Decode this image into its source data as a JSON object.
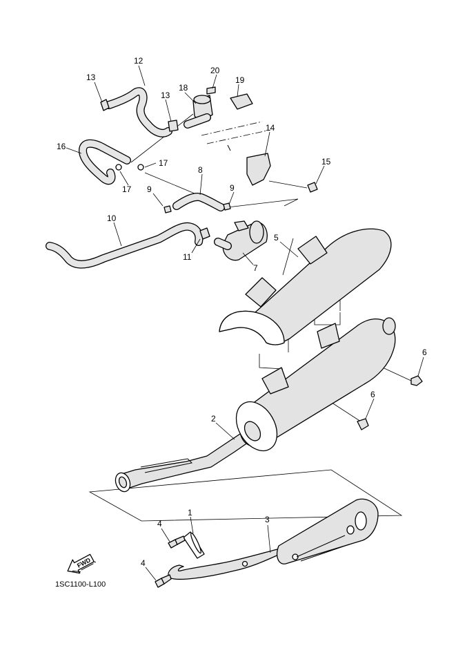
{
  "diagram_code": "1SC1100-L100",
  "fwd_label": "FWD",
  "callouts": [
    "1",
    "2",
    "3",
    "4",
    "4",
    "5",
    "6",
    "6",
    "7",
    "8",
    "9",
    "9",
    "10",
    "11",
    "12",
    "13",
    "13",
    "14",
    "15",
    "16",
    "17",
    "17",
    "18",
    "19",
    "20"
  ],
  "colors": {
    "line": "#000000",
    "part_fill": "#e3e3e3",
    "background": "#ffffff"
  },
  "icons": [
    "fwd-arrow-icon"
  ]
}
